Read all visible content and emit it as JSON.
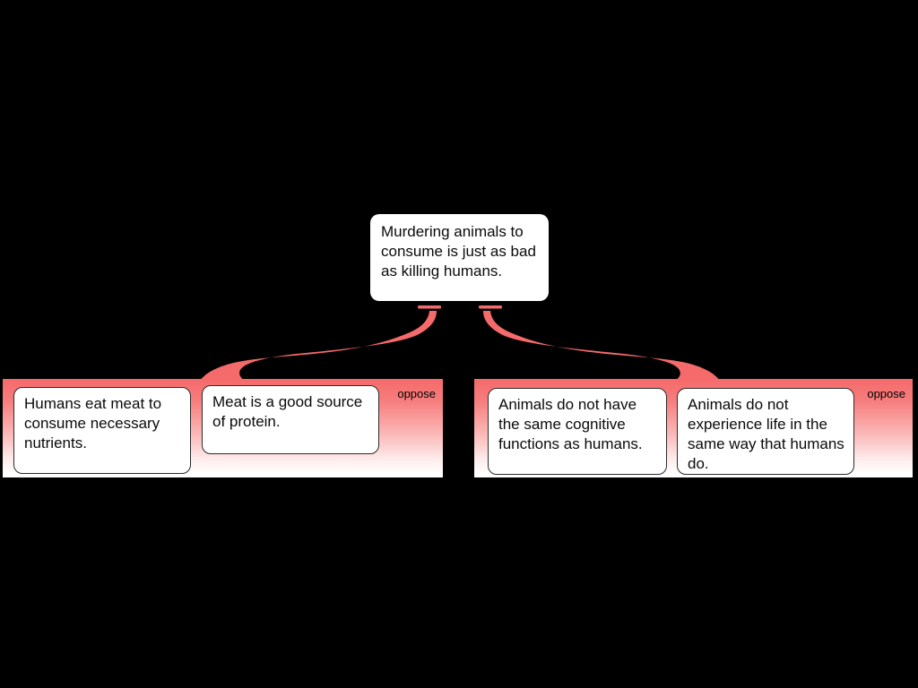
{
  "diagram": {
    "type": "argument-map",
    "claim": {
      "text": "Murdering animals to consume is just as bad as killing humans."
    },
    "groups": [
      {
        "side": "left",
        "relation": "oppose",
        "reasons": [
          "Humans eat meat to consume necessary nutrients.",
          "Meat is a good source of protein."
        ]
      },
      {
        "side": "right",
        "relation": "oppose",
        "reasons": [
          "Animals do not have the same cognitive functions as humans.",
          "Animals do not experience life in the same way that humans do."
        ]
      }
    ],
    "colors": {
      "background": "#000000",
      "accent_red": "#f56a6a",
      "panel_fade_to": "#ffffff",
      "node_fill": "#ffffff",
      "node_border": "#2b2b2b",
      "text": "#0a0a0a"
    }
  }
}
